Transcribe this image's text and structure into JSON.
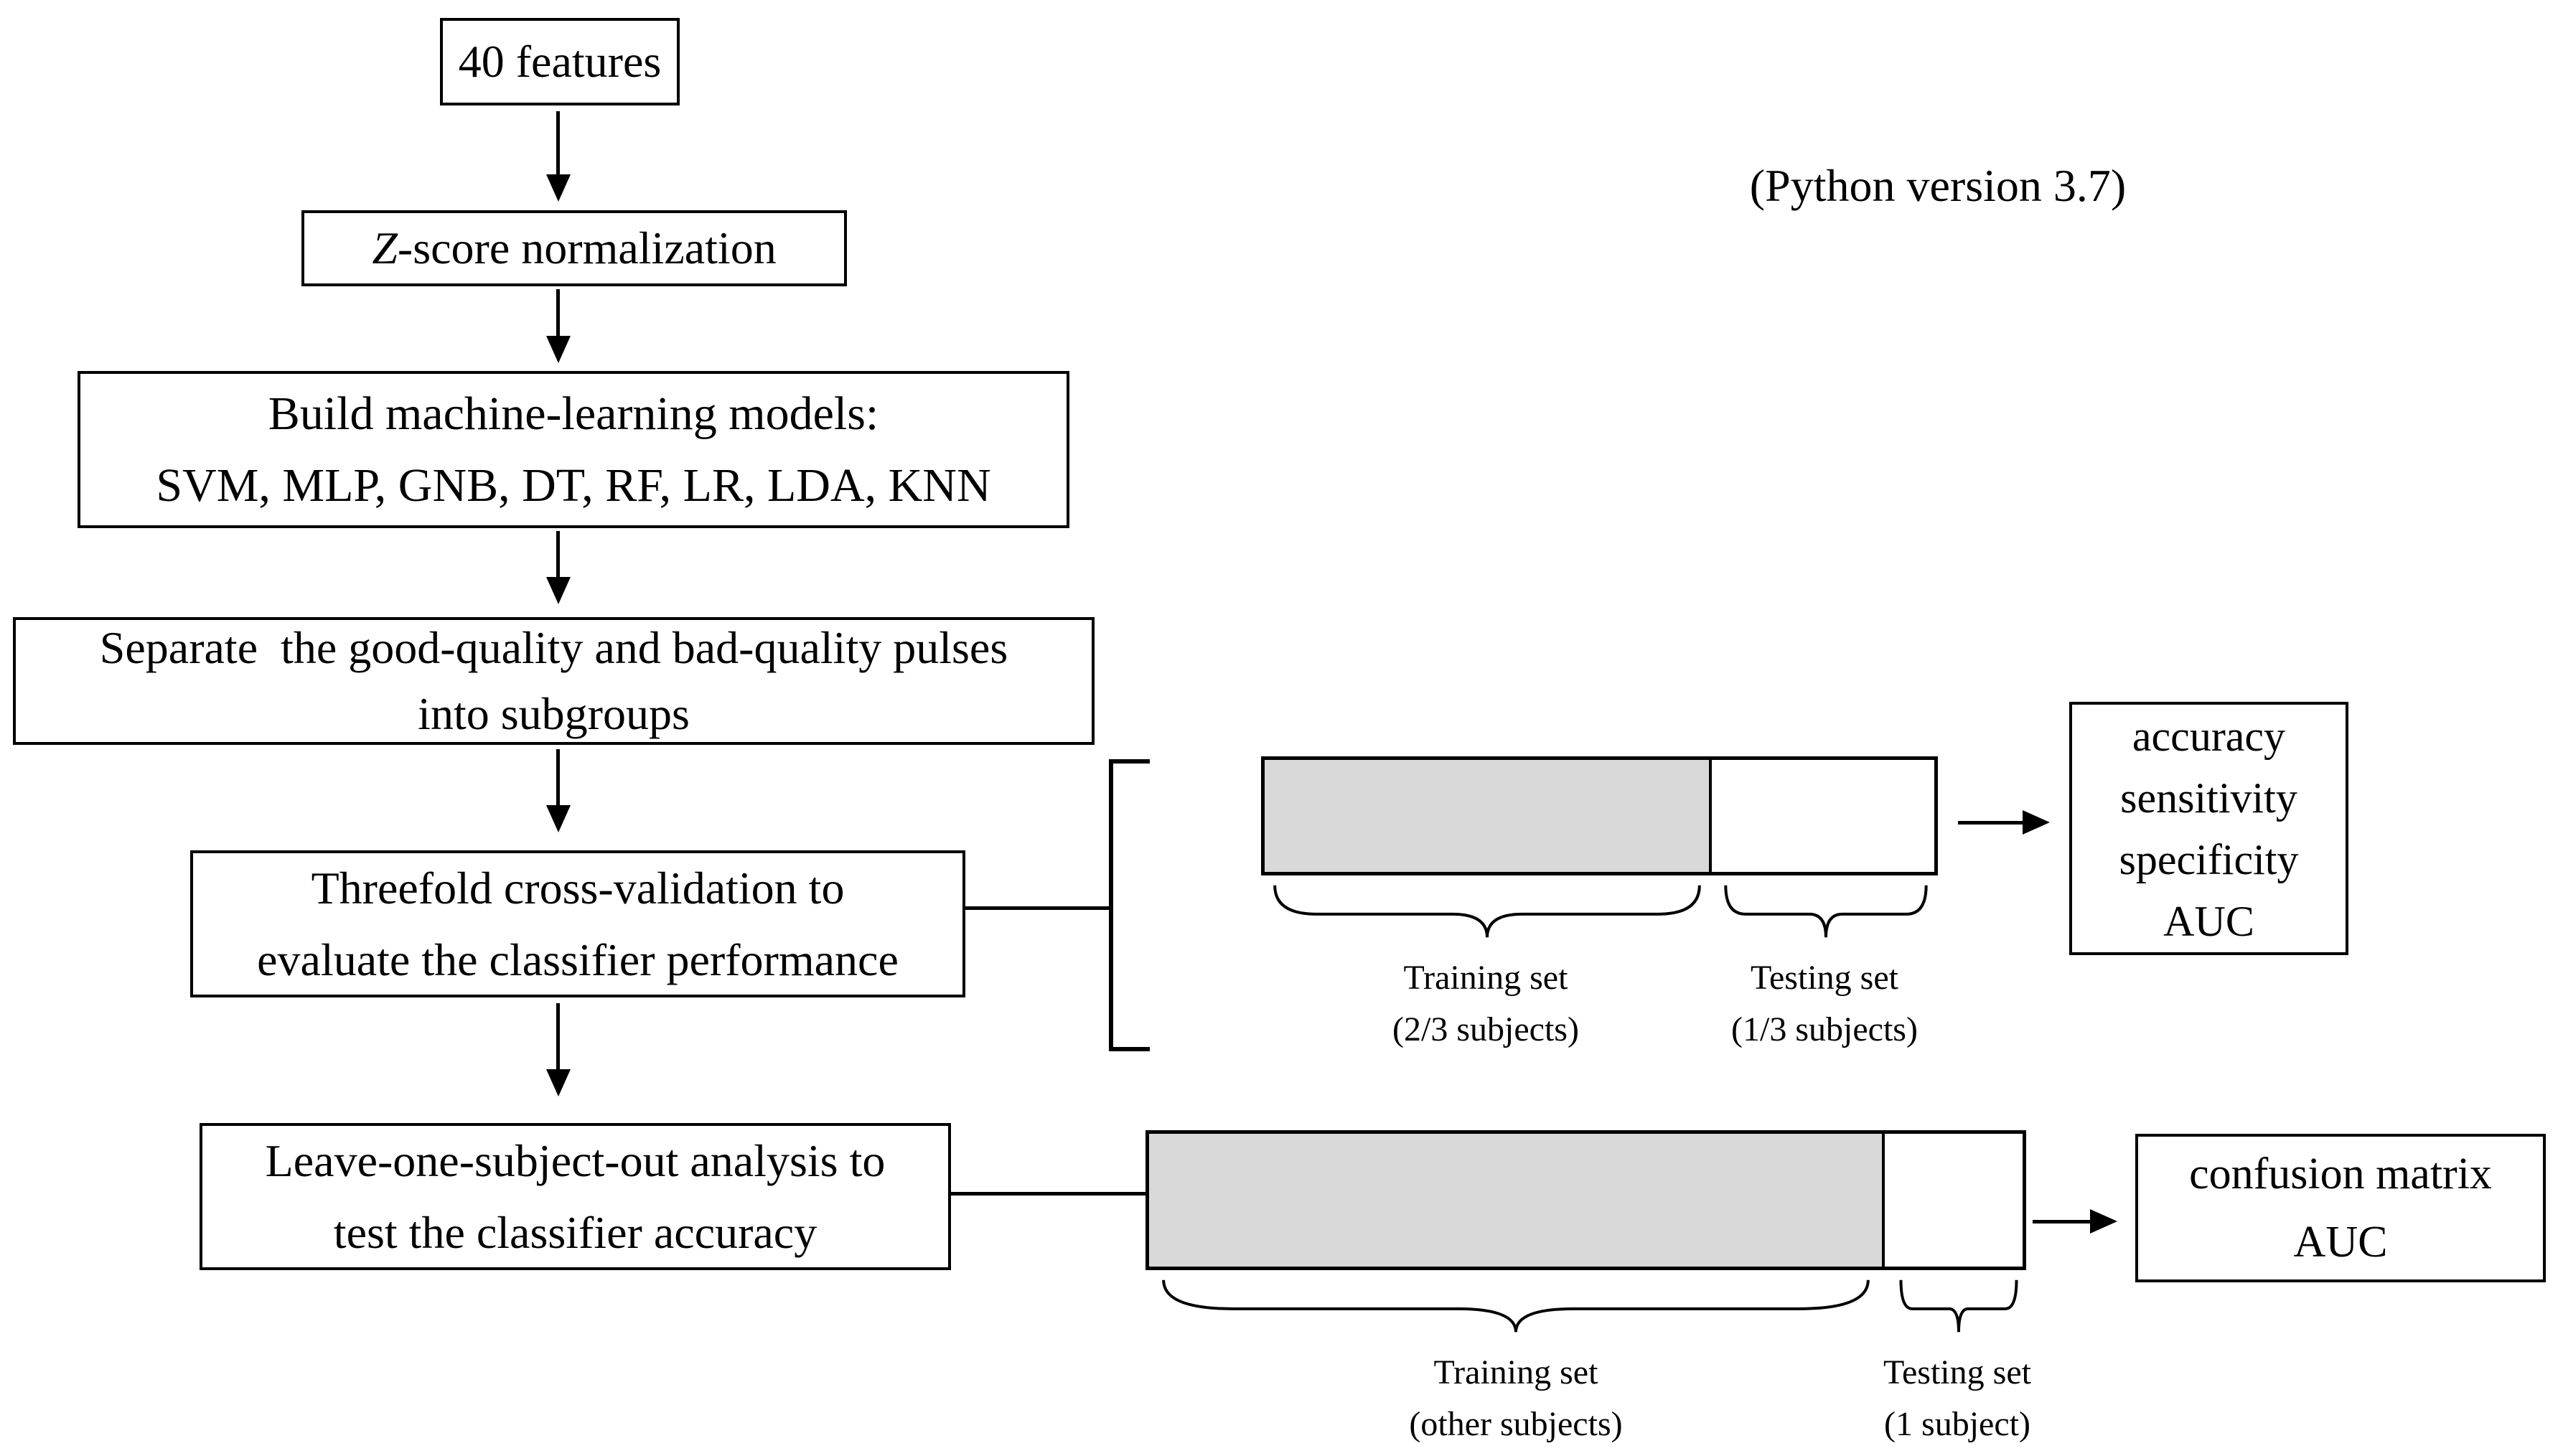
{
  "note": {
    "python_version": "(Python version 3.7)"
  },
  "flow": {
    "features": {
      "text": "40 features"
    },
    "zscore": {
      "z": "Z",
      "rest": "-score normalization"
    },
    "build": {
      "lines": [
        "Build machine-learning models:",
        "SVM, MLP, GNB, DT, RF, LR, LDA, KNN"
      ]
    },
    "separate": {
      "lines": [
        "Separate  the good-quality and bad-quality pulses",
        "into subgroups"
      ]
    },
    "threefold": {
      "lines": [
        "Threefold cross-validation to",
        "evaluate the classifier performance"
      ]
    },
    "leave_one_out": {
      "lines": [
        "Leave-one-subject-out analysis to",
        "test the classifier accuracy"
      ]
    }
  },
  "threefold_split": {
    "train_label": "Training set",
    "train_sub": "(2/3 subjects)",
    "test_label": "Testing set",
    "test_sub": "(1/3 subjects)"
  },
  "loso_split": {
    "train_label": "Training set",
    "train_sub": "(other subjects)",
    "test_label": "Testing set",
    "test_sub": "(1 subject)"
  },
  "outputs": {
    "threefold_metrics": {
      "lines": [
        "accuracy",
        "sensitivity",
        "specificity",
        "AUC"
      ]
    },
    "loso_metrics": {
      "lines": [
        "confusion matrix",
        "AUC"
      ]
    }
  },
  "colors": {
    "ink": "#000000",
    "bar_fill": "#d9d9d9",
    "background": "#ffffff"
  }
}
